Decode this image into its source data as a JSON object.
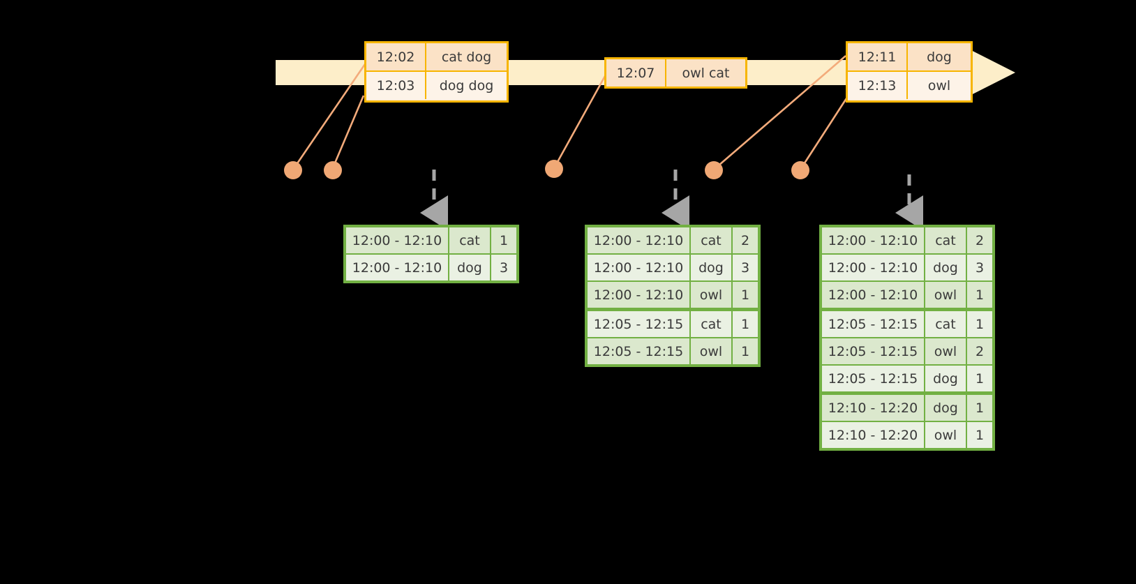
{
  "colors": {
    "background": "#000000",
    "timeline_fill": "#fdeec9",
    "timeline_border": "#f7b500",
    "event_box_border": "#f7b500",
    "event_row_shade": "#fbe2c6",
    "event_row_plain": "#fdf3e8",
    "dot": "#f0a875",
    "connector": "#f3ab7b",
    "table_border": "#72b043",
    "table_row_dark": "#dbe8cd",
    "table_row_light": "#eaf1e3",
    "arrow_gray": "#a6a6a6",
    "text": "#3a3a3a"
  },
  "timeline": {
    "name": "event-stream-timeline",
    "direction": "left-to-right",
    "events": [
      {
        "id": "event-group-1",
        "rows": [
          {
            "time": "12:02",
            "words": "cat dog"
          },
          {
            "time": "12:03",
            "words": "dog dog"
          }
        ]
      },
      {
        "id": "event-group-2",
        "rows": [
          {
            "time": "12:07",
            "words": "owl cat"
          }
        ]
      },
      {
        "id": "event-group-3",
        "rows": [
          {
            "time": "12:11",
            "words": "dog"
          },
          {
            "time": "12:13",
            "words": "owl"
          }
        ]
      }
    ]
  },
  "dots": [
    {
      "name": "event-dot-1",
      "label": "12:02"
    },
    {
      "name": "event-dot-2",
      "label": "12:03"
    },
    {
      "name": "event-dot-3",
      "label": "12:07"
    },
    {
      "name": "event-dot-4",
      "label": "12:11"
    },
    {
      "name": "event-dot-5",
      "label": "12:13"
    }
  ],
  "tables": [
    {
      "name": "result-table-1",
      "columns": [
        "window",
        "word",
        "count"
      ],
      "rows": [
        {
          "window": "12:00 - 12:10",
          "word": "cat",
          "count": "1",
          "shade": "dark",
          "group_end": false
        },
        {
          "window": "12:00 - 12:10",
          "word": "dog",
          "count": "3",
          "shade": "light",
          "group_end": false
        }
      ]
    },
    {
      "name": "result-table-2",
      "columns": [
        "window",
        "word",
        "count"
      ],
      "rows": [
        {
          "window": "12:00 - 12:10",
          "word": "cat",
          "count": "2",
          "shade": "dark",
          "group_end": false
        },
        {
          "window": "12:00 - 12:10",
          "word": "dog",
          "count": "3",
          "shade": "light",
          "group_end": false
        },
        {
          "window": "12:00 - 12:10",
          "word": "owl",
          "count": "1",
          "shade": "dark",
          "group_end": true
        },
        {
          "window": "12:05 - 12:15",
          "word": "cat",
          "count": "1",
          "shade": "light",
          "group_end": false
        },
        {
          "window": "12:05 - 12:15",
          "word": "owl",
          "count": "1",
          "shade": "dark",
          "group_end": false
        }
      ]
    },
    {
      "name": "result-table-3",
      "columns": [
        "window",
        "word",
        "count"
      ],
      "rows": [
        {
          "window": "12:00 - 12:10",
          "word": "cat",
          "count": "2",
          "shade": "dark",
          "group_end": false
        },
        {
          "window": "12:00 - 12:10",
          "word": "dog",
          "count": "3",
          "shade": "light",
          "group_end": false
        },
        {
          "window": "12:00 - 12:10",
          "word": "owl",
          "count": "1",
          "shade": "dark",
          "group_end": true
        },
        {
          "window": "12:05 - 12:15",
          "word": "cat",
          "count": "1",
          "shade": "light",
          "group_end": false
        },
        {
          "window": "12:05 - 12:15",
          "word": "owl",
          "count": "2",
          "shade": "dark",
          "group_end": false
        },
        {
          "window": "12:05 - 12:15",
          "word": "dog",
          "count": "1",
          "shade": "light",
          "group_end": true
        },
        {
          "window": "12:10 - 12:20",
          "word": "dog",
          "count": "1",
          "shade": "dark",
          "group_end": false
        },
        {
          "window": "12:10 - 12:20",
          "word": "owl",
          "count": "1",
          "shade": "light",
          "group_end": false
        }
      ]
    }
  ],
  "down_arrows": [
    {
      "name": "down-arrow-1"
    },
    {
      "name": "down-arrow-2"
    },
    {
      "name": "down-arrow-3"
    }
  ]
}
